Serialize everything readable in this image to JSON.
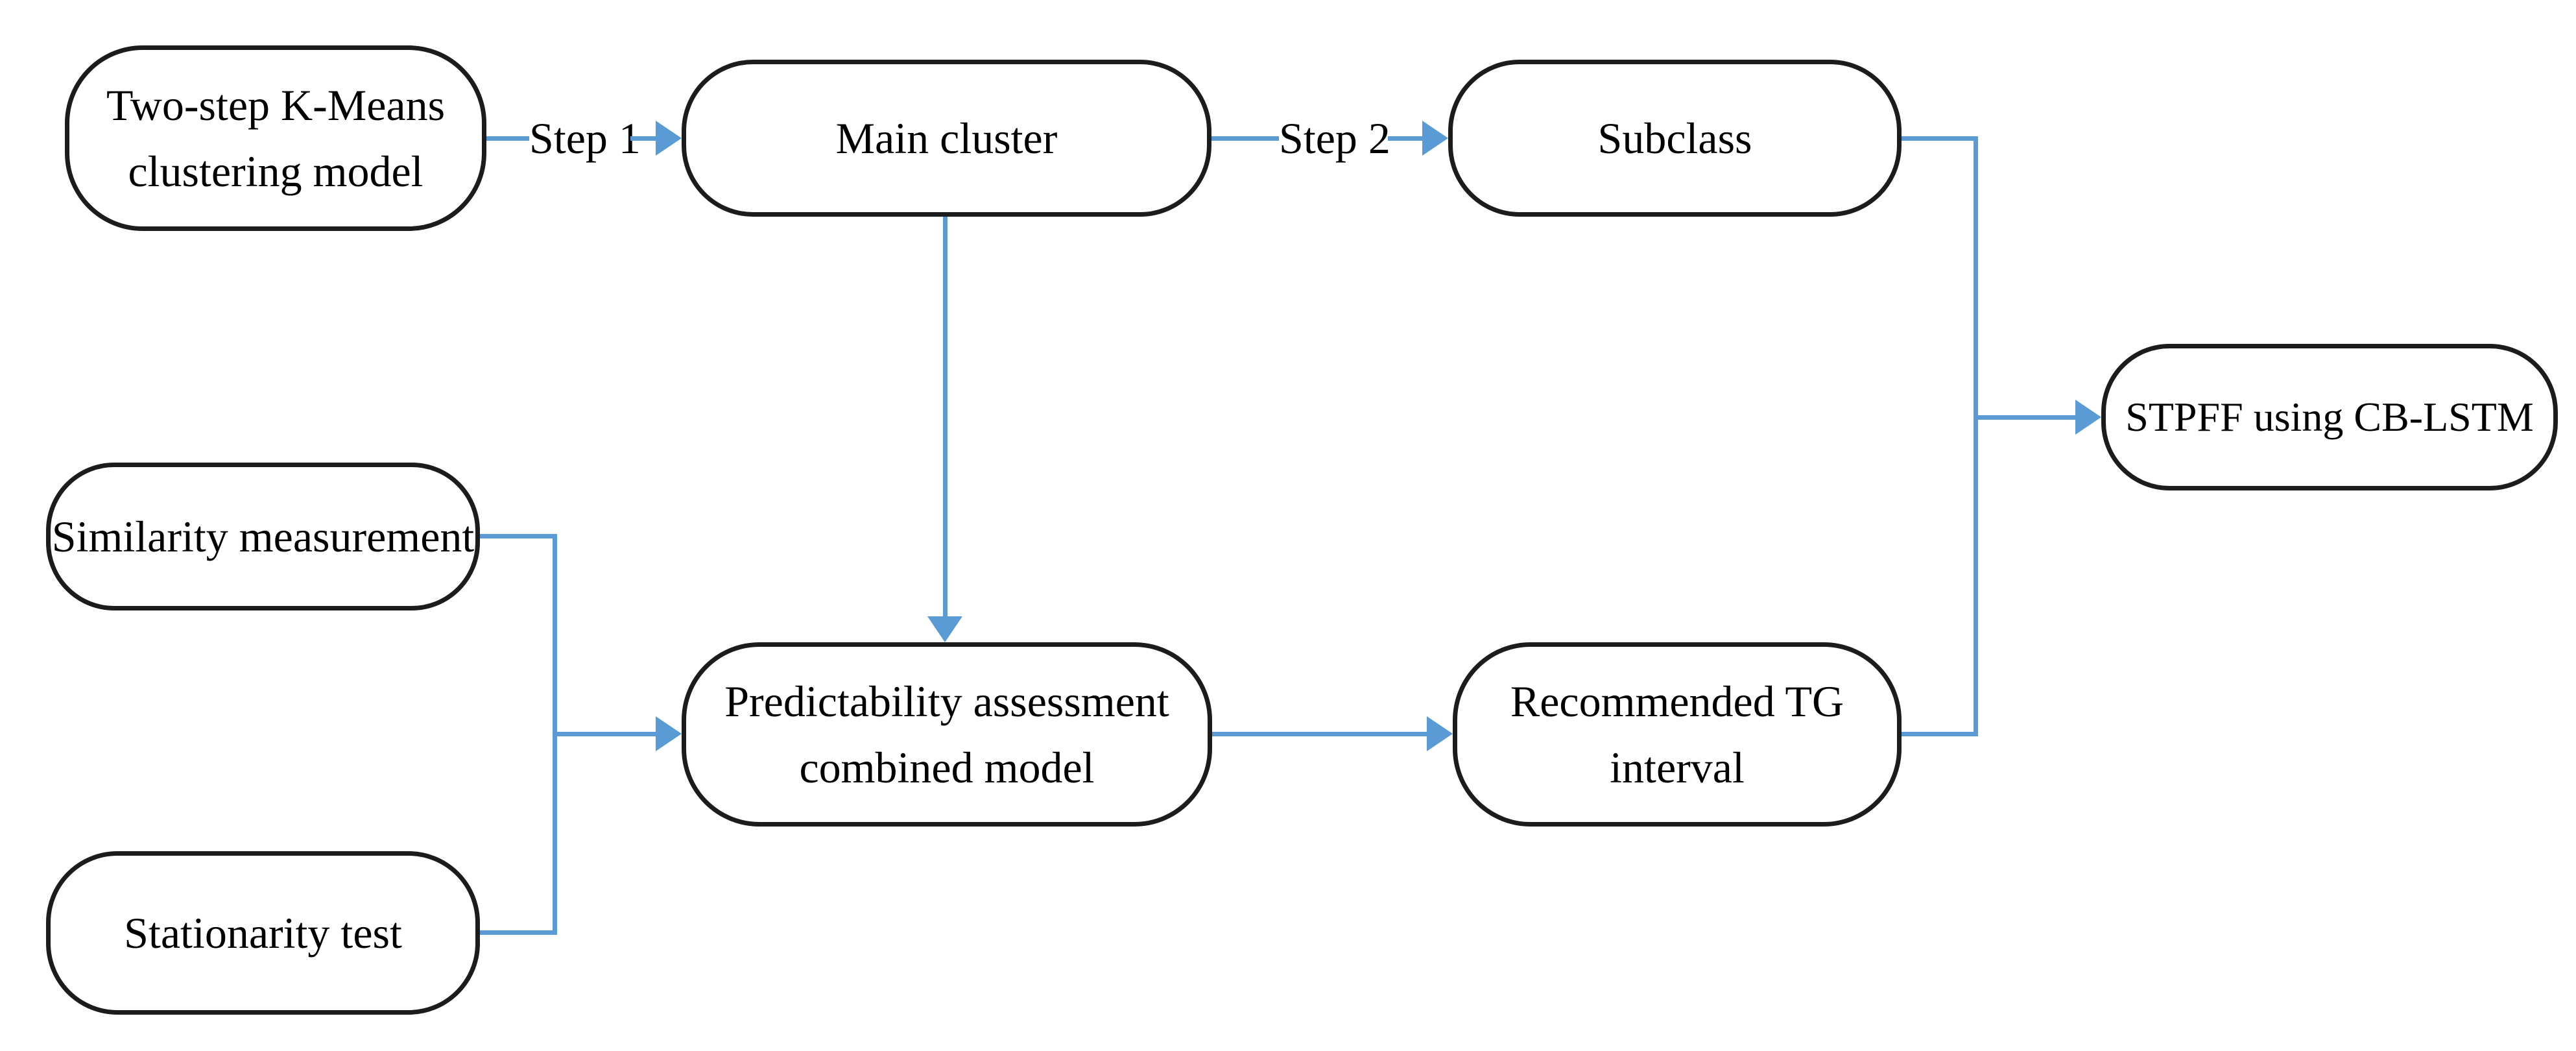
{
  "diagram": {
    "type": "flowchart",
    "colors": {
      "accent": "#5b9bd5",
      "node_border": "#1c1c1c",
      "node_fill": "#ffffff",
      "text": "#000000",
      "background": "#ffffff"
    },
    "nodes": [
      {
        "id": "kmeans",
        "label": "Two-step K-Means clustering model"
      },
      {
        "id": "main",
        "label": "Main cluster"
      },
      {
        "id": "subclass",
        "label": "Subclass"
      },
      {
        "id": "similarity",
        "label": "Similarity measurement"
      },
      {
        "id": "stationarity",
        "label": "Stationarity test"
      },
      {
        "id": "predictability",
        "label": "Predictability assessment combined model"
      },
      {
        "id": "recommended",
        "label": "Recommended TG interval"
      },
      {
        "id": "stpff",
        "label": "STPFF using CB-LSTM"
      }
    ],
    "edge_labels": [
      {
        "id": "step1",
        "label": "Step 1"
      },
      {
        "id": "step2",
        "label": "Step 2"
      }
    ],
    "edges": [
      {
        "from": "kmeans",
        "to": "main",
        "label": "Step 1"
      },
      {
        "from": "main",
        "to": "subclass",
        "label": "Step 2"
      },
      {
        "from": "main",
        "to": "predictability",
        "label": ""
      },
      {
        "from": "similarity",
        "to": "predictability",
        "label": ""
      },
      {
        "from": "stationarity",
        "to": "predictability",
        "label": ""
      },
      {
        "from": "predictability",
        "to": "recommended",
        "label": ""
      },
      {
        "from": "subclass",
        "to": "stpff",
        "label": ""
      },
      {
        "from": "recommended",
        "to": "stpff",
        "label": ""
      }
    ]
  }
}
